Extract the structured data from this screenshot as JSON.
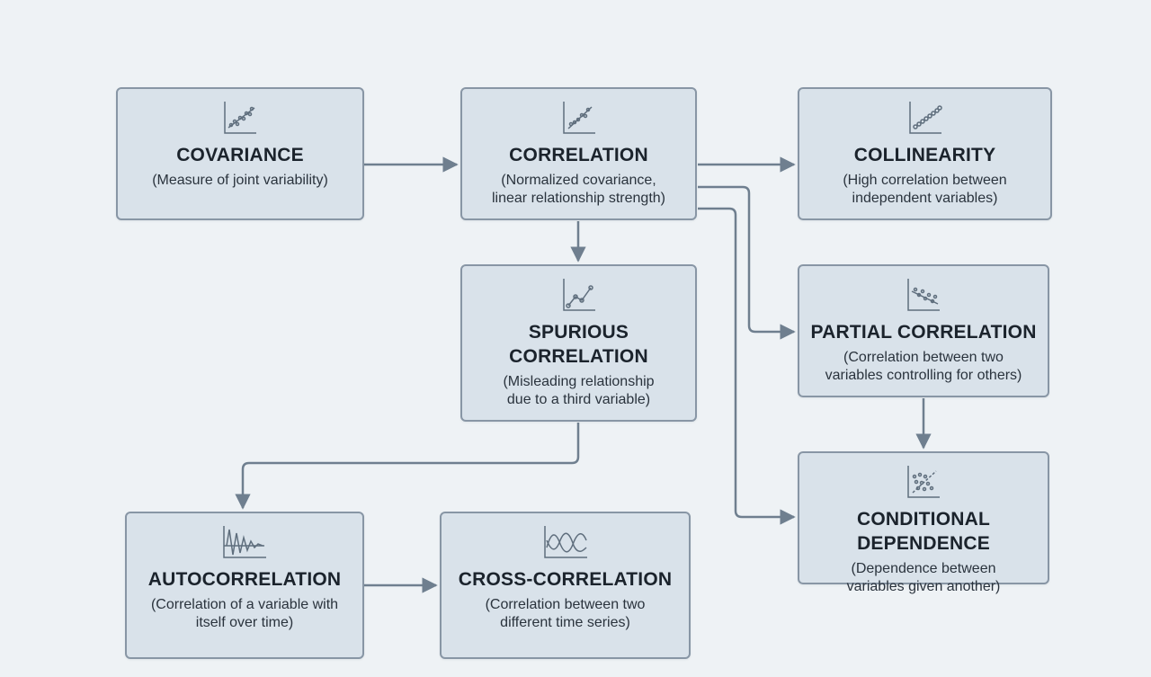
{
  "colors": {
    "background": "#eef2f5",
    "box_fill": "#d9e2ea",
    "box_border": "#8896a5",
    "connector": "#6f7f8f",
    "text": "#1b232c"
  },
  "nodes": {
    "covariance": {
      "title": "COVARIANCE",
      "desc_line1": "(Measure of joint variability)",
      "icon": "scatter-trend-icon"
    },
    "correlation": {
      "title": "CORRELATION",
      "desc_line1": "(Normalized covariance,",
      "desc_line2": "linear relationship strength)",
      "icon": "scatter-trend-icon"
    },
    "collinearity": {
      "title": "COLLINEARITY",
      "desc_line1": "(High correlation between",
      "desc_line2": "independent variables)",
      "icon": "collinear-points-icon"
    },
    "spurious": {
      "title_line1": "SPURIOUS",
      "title_line2": "CORRELATION",
      "desc_line1": "(Misleading relationship",
      "desc_line2": "due to a third variable)",
      "icon": "line-chart-icon"
    },
    "partial": {
      "title": "PARTIAL CORRELATION",
      "desc_line1": "(Correlation between two",
      "desc_line2": "variables controlling for others)",
      "icon": "scatter-line-icon"
    },
    "conditional": {
      "title_line1": "CONDITIONAL",
      "title_line2": "DEPENDENCE",
      "desc_line1": "(Dependence between",
      "desc_line2": "variables given another)",
      "icon": "scatter-grid-icon"
    },
    "autocorrelation": {
      "title": "AUTOCORRELATION",
      "desc_line1": "(Correlation of a variable with",
      "desc_line2": "itself over time)",
      "icon": "damped-wave-icon"
    },
    "cross": {
      "title": "CROSS-CORRELATION",
      "desc_line1": "(Correlation between two",
      "desc_line2": "different time series)",
      "icon": "two-waves-icon"
    }
  },
  "edges": [
    {
      "from": "covariance",
      "to": "correlation"
    },
    {
      "from": "correlation",
      "to": "collinearity"
    },
    {
      "from": "correlation",
      "to": "spurious"
    },
    {
      "from": "correlation",
      "to": "partial"
    },
    {
      "from": "correlation",
      "to": "conditional"
    },
    {
      "from": "partial",
      "to": "conditional"
    },
    {
      "from": "spurious",
      "to": "autocorrelation"
    },
    {
      "from": "autocorrelation",
      "to": "cross"
    }
  ]
}
